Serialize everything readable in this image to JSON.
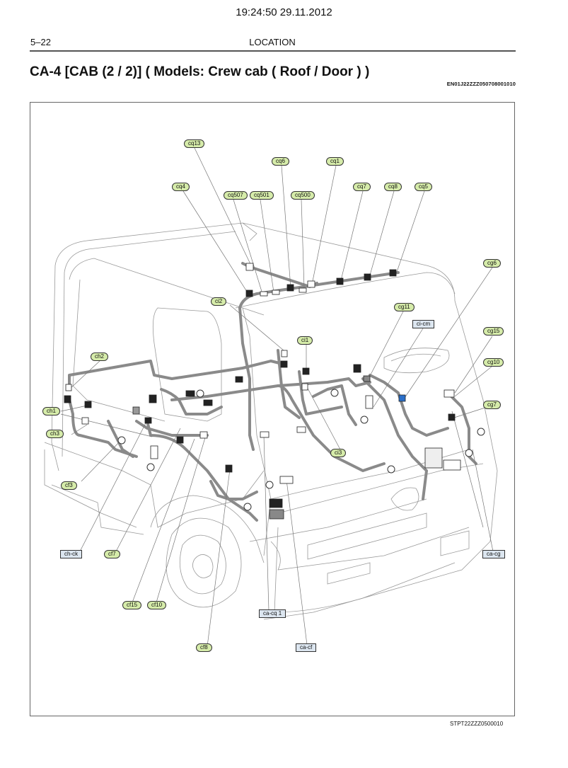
{
  "header": {
    "timestamp": "19:24:50 29.11.2012",
    "page_number": "5–22",
    "section": "LOCATION"
  },
  "page": {
    "title": "CA-4 [CAB (2 / 2)] ( Models: Crew cab ( Roof / Door ) )",
    "doc_code": "EN01J22ZZZ050708001010"
  },
  "figure": {
    "code": "STPT22ZZZ0500010",
    "colors": {
      "connector_label_fill": "#d6ecaa",
      "harness_joint_label_fill": "#dce6f0",
      "harness_stroke": "#888888",
      "outline_stroke": "#999999",
      "connector_dark": "#222222",
      "connector_blue": "#2a6fc9"
    },
    "connector_labels": [
      {
        "id": "cq13",
        "text": "cq13"
      },
      {
        "id": "cq6",
        "text": "cq6"
      },
      {
        "id": "cq1",
        "text": "cq1"
      },
      {
        "id": "cq4",
        "text": "cq4"
      },
      {
        "id": "cq507",
        "text": "cq507"
      },
      {
        "id": "cq501",
        "text": "cq501"
      },
      {
        "id": "cq500",
        "text": "cq500"
      },
      {
        "id": "cq7",
        "text": "cq7"
      },
      {
        "id": "cq8",
        "text": "cq8"
      },
      {
        "id": "cq5",
        "text": "cq5"
      },
      {
        "id": "cg6",
        "text": "cg6"
      },
      {
        "id": "ci2",
        "text": "ci2"
      },
      {
        "id": "cg11",
        "text": "cg11"
      },
      {
        "id": "ci1",
        "text": "ci1"
      },
      {
        "id": "cg15",
        "text": "cg15"
      },
      {
        "id": "ch2",
        "text": "ch2"
      },
      {
        "id": "cg10",
        "text": "cg10"
      },
      {
        "id": "ch1",
        "text": "ch1"
      },
      {
        "id": "cg7",
        "text": "cg7"
      },
      {
        "id": "ch3",
        "text": "ch3"
      },
      {
        "id": "ci3",
        "text": "ci3"
      },
      {
        "id": "cf3",
        "text": "cf3"
      },
      {
        "id": "cf7",
        "text": "cf7"
      },
      {
        "id": "cf15",
        "text": "cf15"
      },
      {
        "id": "cf10",
        "text": "cf10"
      },
      {
        "id": "cf8",
        "text": "cf8"
      }
    ],
    "joint_labels": [
      {
        "id": "ci-cm",
        "text": "ci-cm"
      },
      {
        "id": "ch-ck",
        "text": "ch-ck"
      },
      {
        "id": "ca-cg",
        "text": "ca-cg"
      },
      {
        "id": "ca-cq1",
        "text": "ca-cq 1"
      },
      {
        "id": "ca-cf",
        "text": "ca-cf"
      }
    ]
  }
}
